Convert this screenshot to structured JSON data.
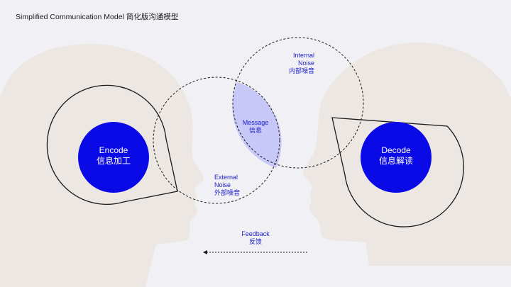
{
  "title": "Simplified Communication Model 简化版沟通模型",
  "encode": {
    "en": "Encode",
    "zh": "信息加工"
  },
  "decode": {
    "en": "Decode",
    "zh": "信息解读"
  },
  "message": {
    "en": "Message",
    "zh": "信息"
  },
  "internal_noise": {
    "en1": "Internal",
    "en2": "Noise",
    "zh": "内部噪音"
  },
  "external_noise": {
    "en1": "External",
    "en2": "Noise",
    "zh": "外部噪音"
  },
  "feedback": {
    "en": "Feedback",
    "zh": "反馈"
  },
  "colors": {
    "background": "#f1f1f5",
    "head": "#ece7e3",
    "core": "#0a0ae6",
    "overlap": "#c8c8f8",
    "label": "#1e22c8"
  }
}
